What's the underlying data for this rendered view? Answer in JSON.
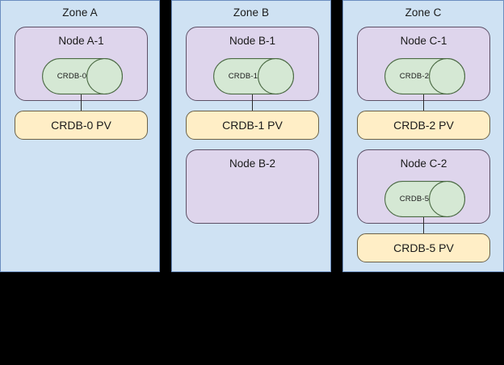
{
  "diagram": {
    "title": "CockroachDB zone/node/persistent-volume topology",
    "background_color": "#000000",
    "colors": {
      "zone_fill": "#cfe2f3",
      "zone_stroke": "#6c8ebf",
      "node_fill": "#ded5ec",
      "node_stroke": "#5d5066",
      "pod_fill": "#d5e8d4",
      "pod_stroke": "#4c6b45",
      "pv_fill": "#ffeec6",
      "pv_stroke": "#6a6148",
      "text": "#1a1a1a"
    }
  },
  "zones": [
    {
      "label": "Zone A",
      "nodes": [
        {
          "label": "Node A-1",
          "pod": {
            "label": "CRDB-0"
          },
          "pv": {
            "label": "CRDB-0 PV"
          },
          "connector": true
        }
      ]
    },
    {
      "label": "Zone B",
      "nodes": [
        {
          "label": "Node B-1",
          "pod": {
            "label": "CRDB-1"
          },
          "pv": {
            "label": "CRDB-1 PV"
          },
          "connector": true
        },
        {
          "label": "Node B-2",
          "pod": null,
          "pv": null,
          "connector": false
        }
      ]
    },
    {
      "label": "Zone C",
      "nodes": [
        {
          "label": "Node C-1",
          "pod": {
            "label": "CRDB-2"
          },
          "pv": {
            "label": "CRDB-2 PV"
          },
          "connector": true
        },
        {
          "label": "Node C-2",
          "pod": {
            "label": "CRDB-5"
          },
          "pv": {
            "label": "CRDB-5 PV"
          },
          "connector": true
        }
      ]
    }
  ]
}
